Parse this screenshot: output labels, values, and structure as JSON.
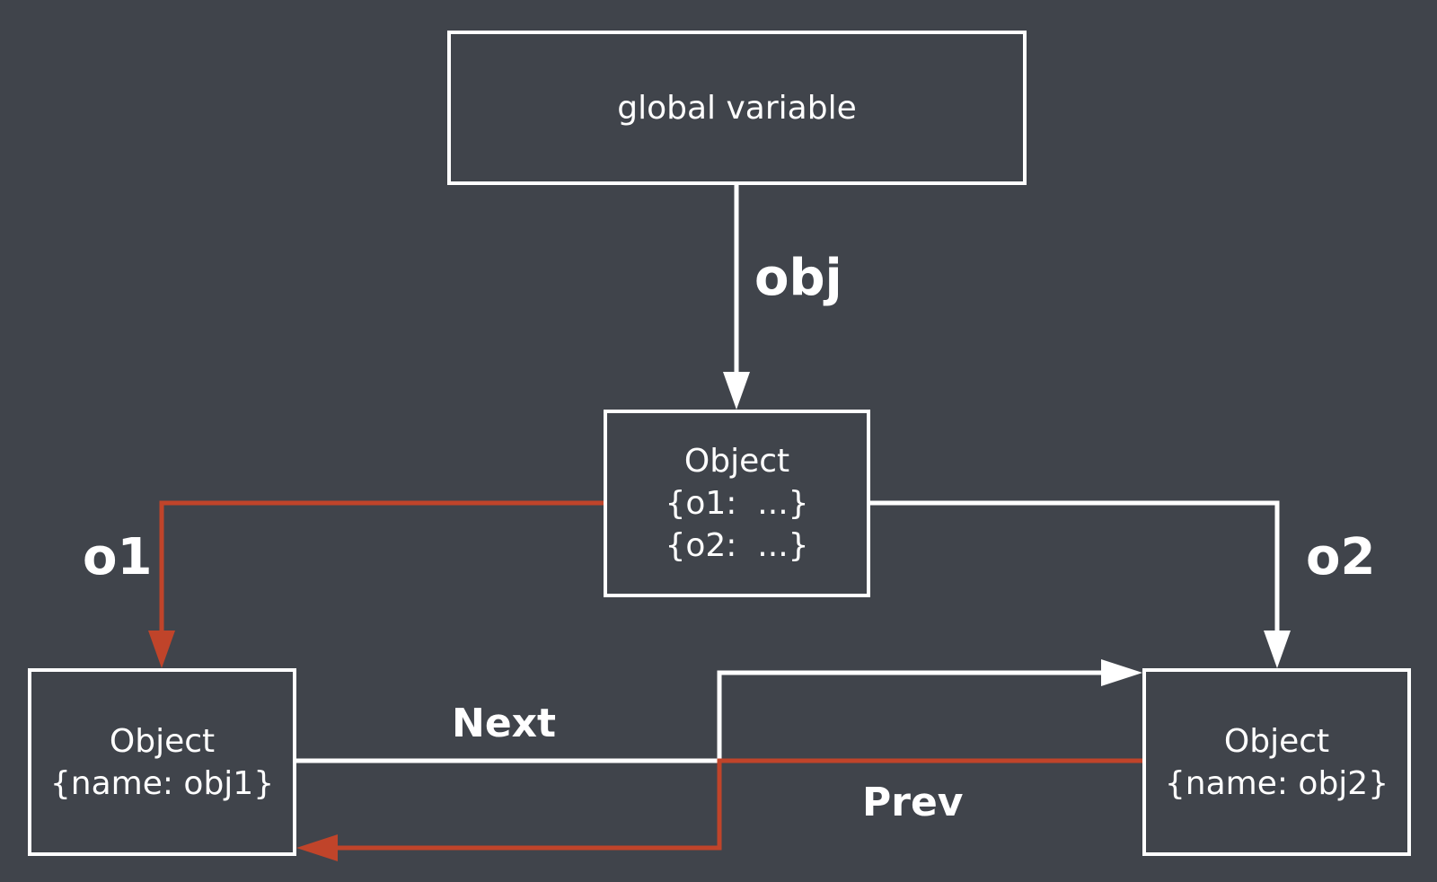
{
  "colors": {
    "background": "#40444b",
    "box_border": "#ffffff",
    "text": "#ffffff",
    "white_edge": "#ffffff",
    "red_edge": "#c0442a"
  },
  "nodes": {
    "global": {
      "line1": "global variable"
    },
    "root": {
      "line1": "Object",
      "line2": "{o1:  ...}",
      "line3": "{o2:  ...}"
    },
    "obj1": {
      "line1": "Object",
      "line2": "{name: obj1}"
    },
    "obj2": {
      "line1": "Object",
      "line2": "{name: obj2}"
    }
  },
  "edges": {
    "obj": {
      "label": "obj",
      "color": "#ffffff"
    },
    "o1": {
      "label": "o1",
      "color": "#c0442a"
    },
    "o2": {
      "label": "o2",
      "color": "#ffffff"
    },
    "next": {
      "label": "Next",
      "color": "#ffffff"
    },
    "prev": {
      "label": "Prev",
      "color": "#c0442a"
    }
  }
}
